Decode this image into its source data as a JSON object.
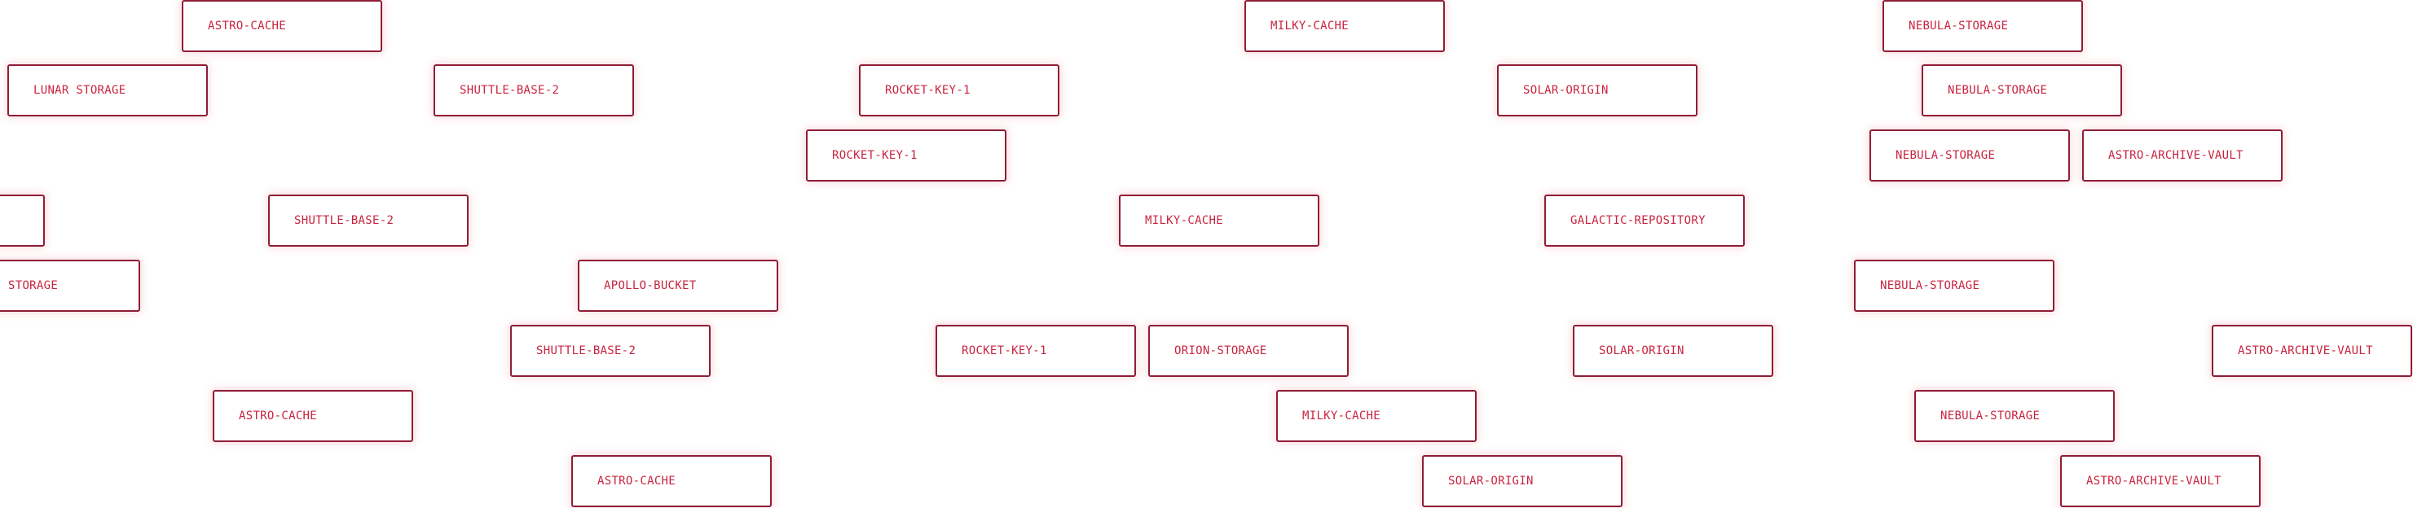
{
  "tags": [
    {
      "label": "ASTRO-CACHE"
    },
    {
      "label": "MILKY-CACHE"
    },
    {
      "label": "NEBULA-STORAGE"
    },
    {
      "label": "LUNAR STORAGE"
    },
    {
      "label": "SHUTTLE-BASE-2"
    },
    {
      "label": "ROCKET-KEY-1"
    },
    {
      "label": "SOLAR-ORIGIN"
    },
    {
      "label": "NEBULA-STORAGE"
    },
    {
      "label": "ROCKET-KEY-1"
    },
    {
      "label": "NEBULA-STORAGE"
    },
    {
      "label": "ASTRO-ARCHIVE-VAULT"
    },
    {
      "label": ""
    },
    {
      "label": "SHUTTLE-BASE-2"
    },
    {
      "label": "MILKY-CACHE"
    },
    {
      "label": "GALACTIC-REPOSITORY"
    },
    {
      "label": "STORAGE"
    },
    {
      "label": "APOLLO-BUCKET"
    },
    {
      "label": "NEBULA-STORAGE"
    },
    {
      "label": "SHUTTLE-BASE-2"
    },
    {
      "label": "ROCKET-KEY-1"
    },
    {
      "label": "ORION-STORAGE"
    },
    {
      "label": "SOLAR-ORIGIN"
    },
    {
      "label": "ASTRO-ARCHIVE-VAULT"
    },
    {
      "label": "ASTRO-CACHE"
    },
    {
      "label": "MILKY-CACHE"
    },
    {
      "label": "NEBULA-STORAGE"
    },
    {
      "label": "ASTRO-CACHE"
    },
    {
      "label": "SOLAR-ORIGIN"
    },
    {
      "label": "ASTRO-ARCHIVE-VAULT"
    }
  ],
  "colors": {
    "background": "#ffffff",
    "border": "#8f1d36",
    "text": "#c8243f",
    "glow": "#e13c50"
  }
}
